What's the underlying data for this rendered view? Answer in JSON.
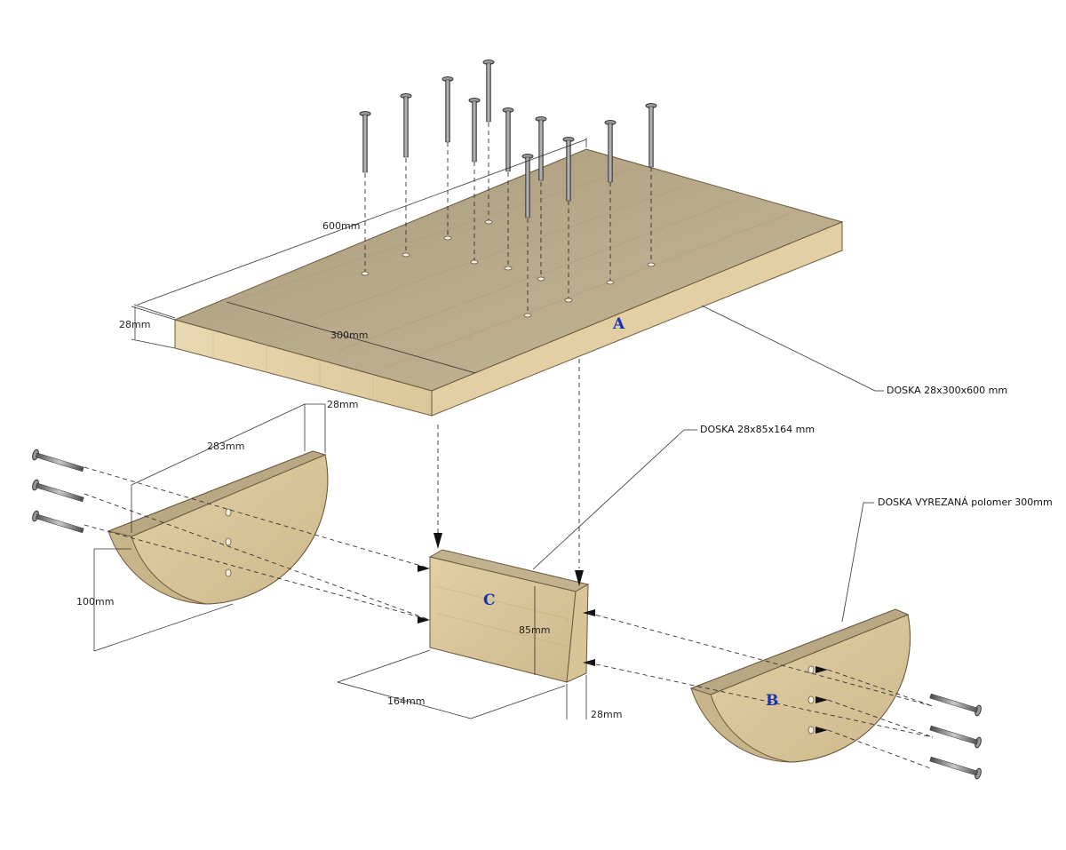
{
  "parts": {
    "a": {
      "letter": "A",
      "callout": "DOSKA 28x300x600 mm"
    },
    "b": {
      "letter": "B",
      "callout": "DOSKA VYREZANÁ polomer 300mm"
    },
    "c": {
      "letter": "C",
      "callout": "DOSKA 28x85x164 mm"
    }
  },
  "dimensions": {
    "top_length": "600mm",
    "top_width": "300mm",
    "top_thickness": "28mm",
    "half_thickness": "28mm",
    "half_length": "283mm",
    "half_height": "100mm",
    "block_length": "164mm",
    "block_height": "85mm",
    "block_thickness": "28mm"
  },
  "colors": {
    "wood_top": "#b8a98a",
    "wood_side": "#e6d3a8",
    "wood_end": "#d2bf95",
    "label_blue": "#1533b8"
  }
}
